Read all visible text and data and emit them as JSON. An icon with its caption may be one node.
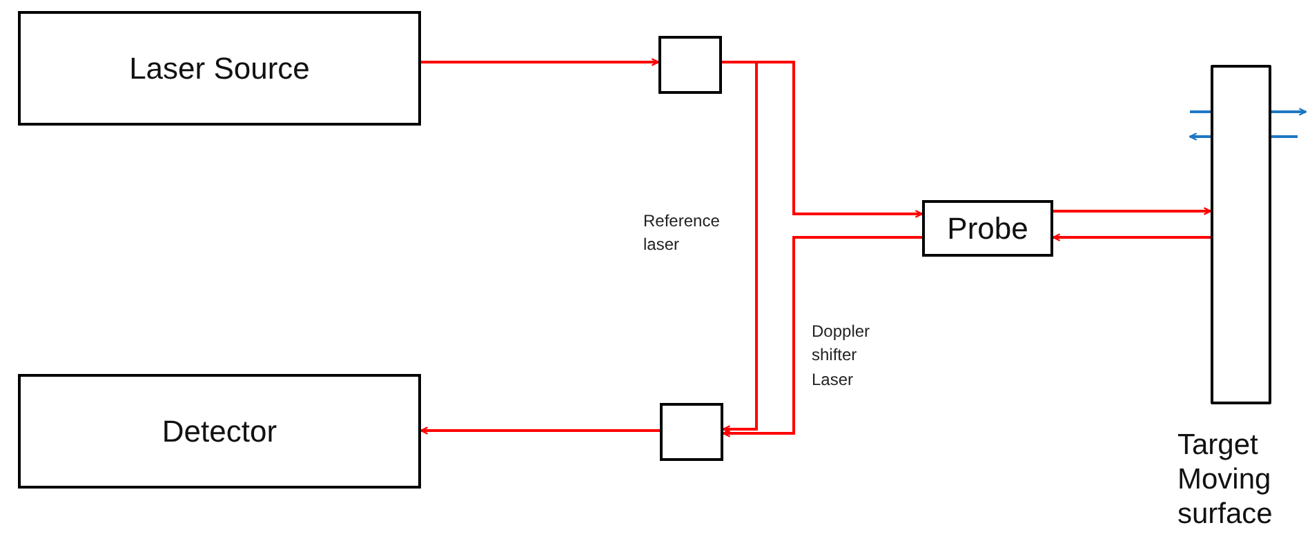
{
  "diagram": {
    "nodes": [
      {
        "text": [
          "Laser Source"
        ]
      },
      {
        "text": [],
        "shape": "box"
      },
      {
        "text": [
          "Probe"
        ]
      },
      {
        "text": [],
        "shape": "bar",
        "beside": [
          "Target Moving surface"
        ]
      },
      {
        "text": [
          "Detector"
        ]
      },
      {
        "text": [],
        "shape": "box"
      }
    ],
    "edges": [
      {
        "from": 0,
        "to": 1,
        "arrow": "to"
      },
      {
        "from": 1,
        "to": 2,
        "arrow": "to"
      },
      {
        "from": 1,
        "to": 5,
        "arrow": "to",
        "label": "Reference laser"
      },
      {
        "from": 2,
        "to": 5,
        "arrow": "to",
        "label": "Doppler shifter Laser"
      },
      {
        "from": 5,
        "to": 4,
        "arrow": "to"
      },
      {
        "from": 2,
        "to": 3,
        "arrow": "to"
      },
      {
        "from": 3,
        "to": 2,
        "arrow": "to"
      }
    ]
  }
}
